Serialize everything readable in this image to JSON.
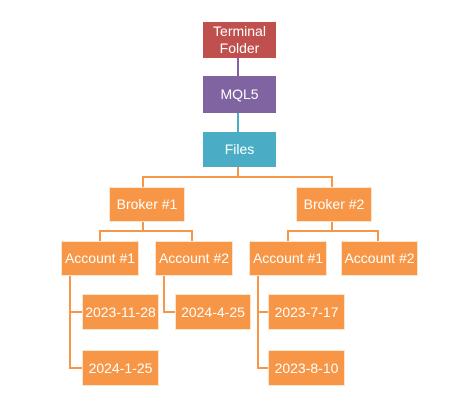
{
  "diagram": {
    "colors": {
      "root": "#C0504D",
      "level1": "#8064A2",
      "level2": "#4BACC6",
      "orange": "#F79646",
      "orange_border": "#FDE4CD"
    },
    "nodes": {
      "terminal": "Terminal\nFolder",
      "mql5": "MQL5",
      "files": "Files",
      "broker1": "Broker #1",
      "broker2": "Broker #2",
      "b1_account1": "Account #1",
      "b1_account2": "Account #2",
      "b2_account1": "Account #1",
      "b2_account2": "Account #2",
      "b1a1_date1": "2023-11-28",
      "b1a1_date2": "2024-1-25",
      "b1a2_date1": "2024-4-25",
      "b2a1_date1": "2023-7-17",
      "b2a1_date2": "2023-8-10"
    }
  }
}
